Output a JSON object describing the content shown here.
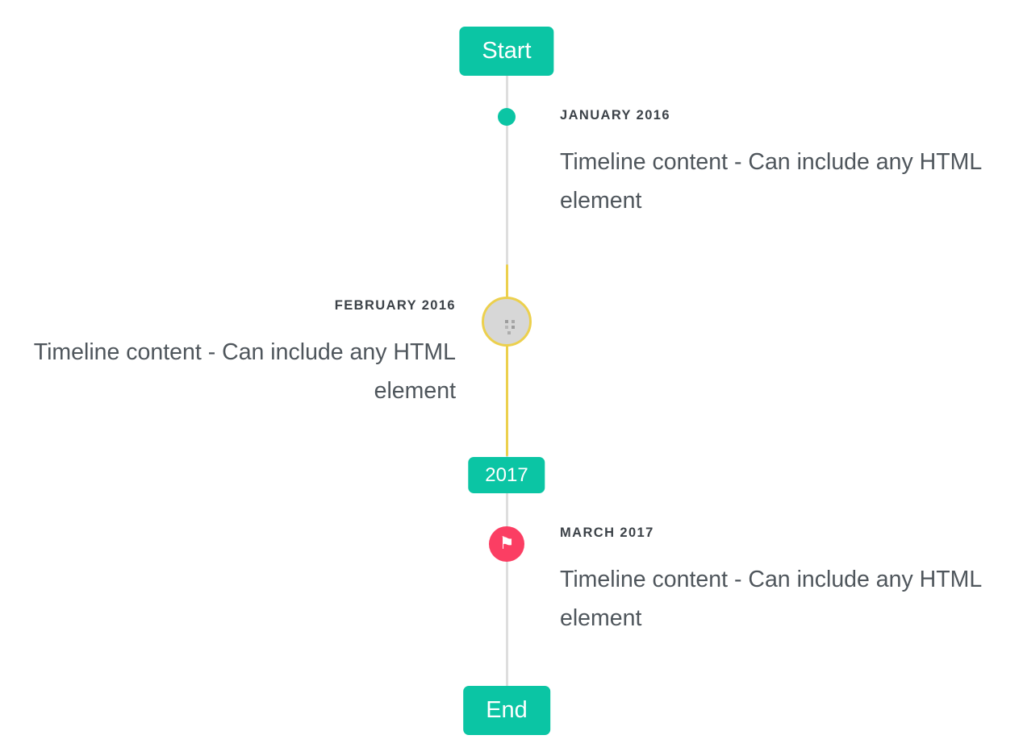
{
  "timeline": {
    "start_badge": "Start",
    "year_badge": "2017",
    "end_badge": "End",
    "items": [
      {
        "title": "JANUARY 2016",
        "content": "Timeline content - Can include any HTML element",
        "side": "right",
        "marker": "dot"
      },
      {
        "title": "FEBRUARY 2016",
        "content": "Timeline content - Can include any HTML element",
        "side": "left",
        "marker": "avatar-image"
      },
      {
        "title": "MARCH 2017",
        "content": "Timeline content - Can include any HTML element",
        "side": "right",
        "marker": "flag"
      }
    ],
    "icons": {
      "flag": "⚑"
    },
    "colors": {
      "accent": "#0bc5a4",
      "highlight": "#ecd04d",
      "flag": "#fb3e63",
      "line": "#dedede",
      "title_text": "#3c4248",
      "body_text": "#4f565c"
    }
  }
}
